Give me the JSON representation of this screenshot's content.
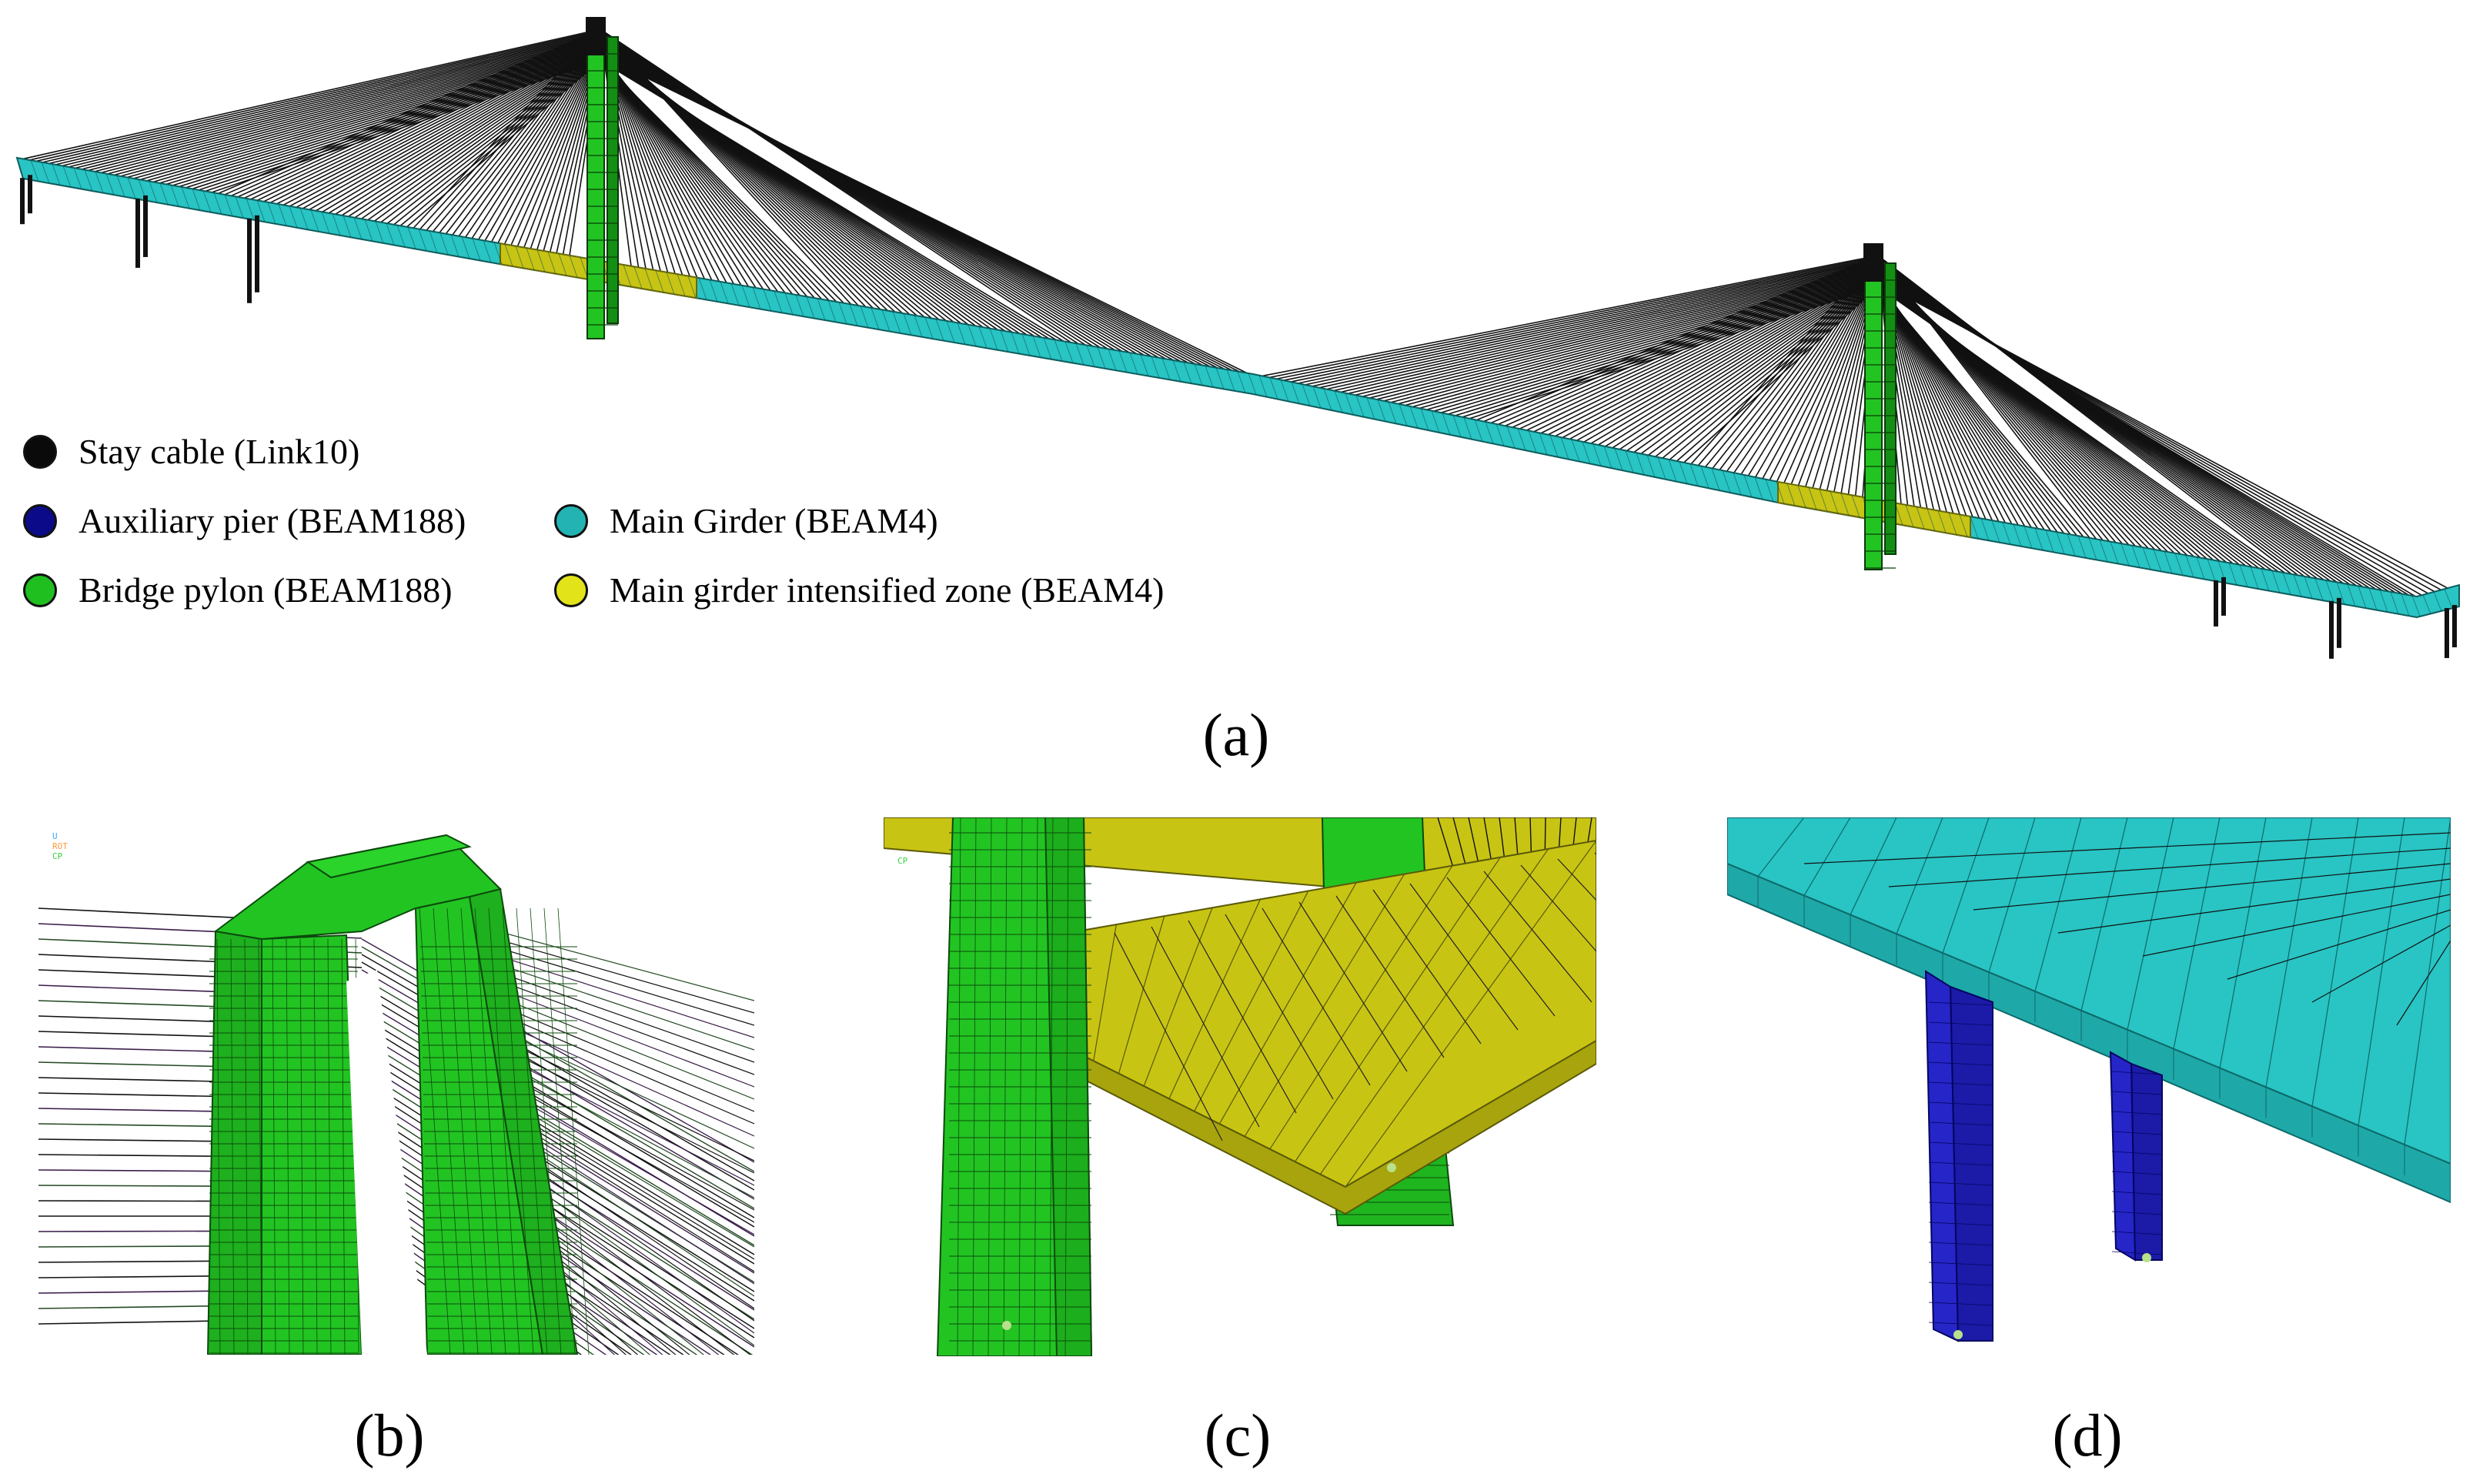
{
  "colors": {
    "cable": "#111111",
    "pier": "#1b1ba8",
    "girder": "#29c4c4",
    "pylon": "#22c422",
    "intensified": "#c8c414",
    "pier_dot": "#0b0b8a",
    "girder_dot": "#23b3b3",
    "pylon_dot": "#1fbf1f",
    "intensified_dot": "#e3e31a"
  },
  "legend": [
    {
      "label": "Stay cable (Link10)",
      "color": "#0a0a0a"
    },
    {
      "label": "Auxiliary pier (BEAM188)",
      "color": "#0b0b8a"
    },
    {
      "label": "Bridge pylon (BEAM188)",
      "color": "#1fbf1f"
    },
    {
      "label": "Main Girder  (BEAM4)",
      "color": "#23b3b3"
    },
    {
      "label": "Main girder intensified zone (BEAM4)",
      "color": "#e3e31a"
    }
  ],
  "panels": {
    "a": {
      "label": "(a)"
    },
    "b": {
      "label": "(b)",
      "tiny": [
        "U",
        "ROT",
        "CP"
      ]
    },
    "c": {
      "label": "(c)",
      "tiny": [
        "CP"
      ]
    },
    "d": {
      "label": "(d)"
    }
  }
}
